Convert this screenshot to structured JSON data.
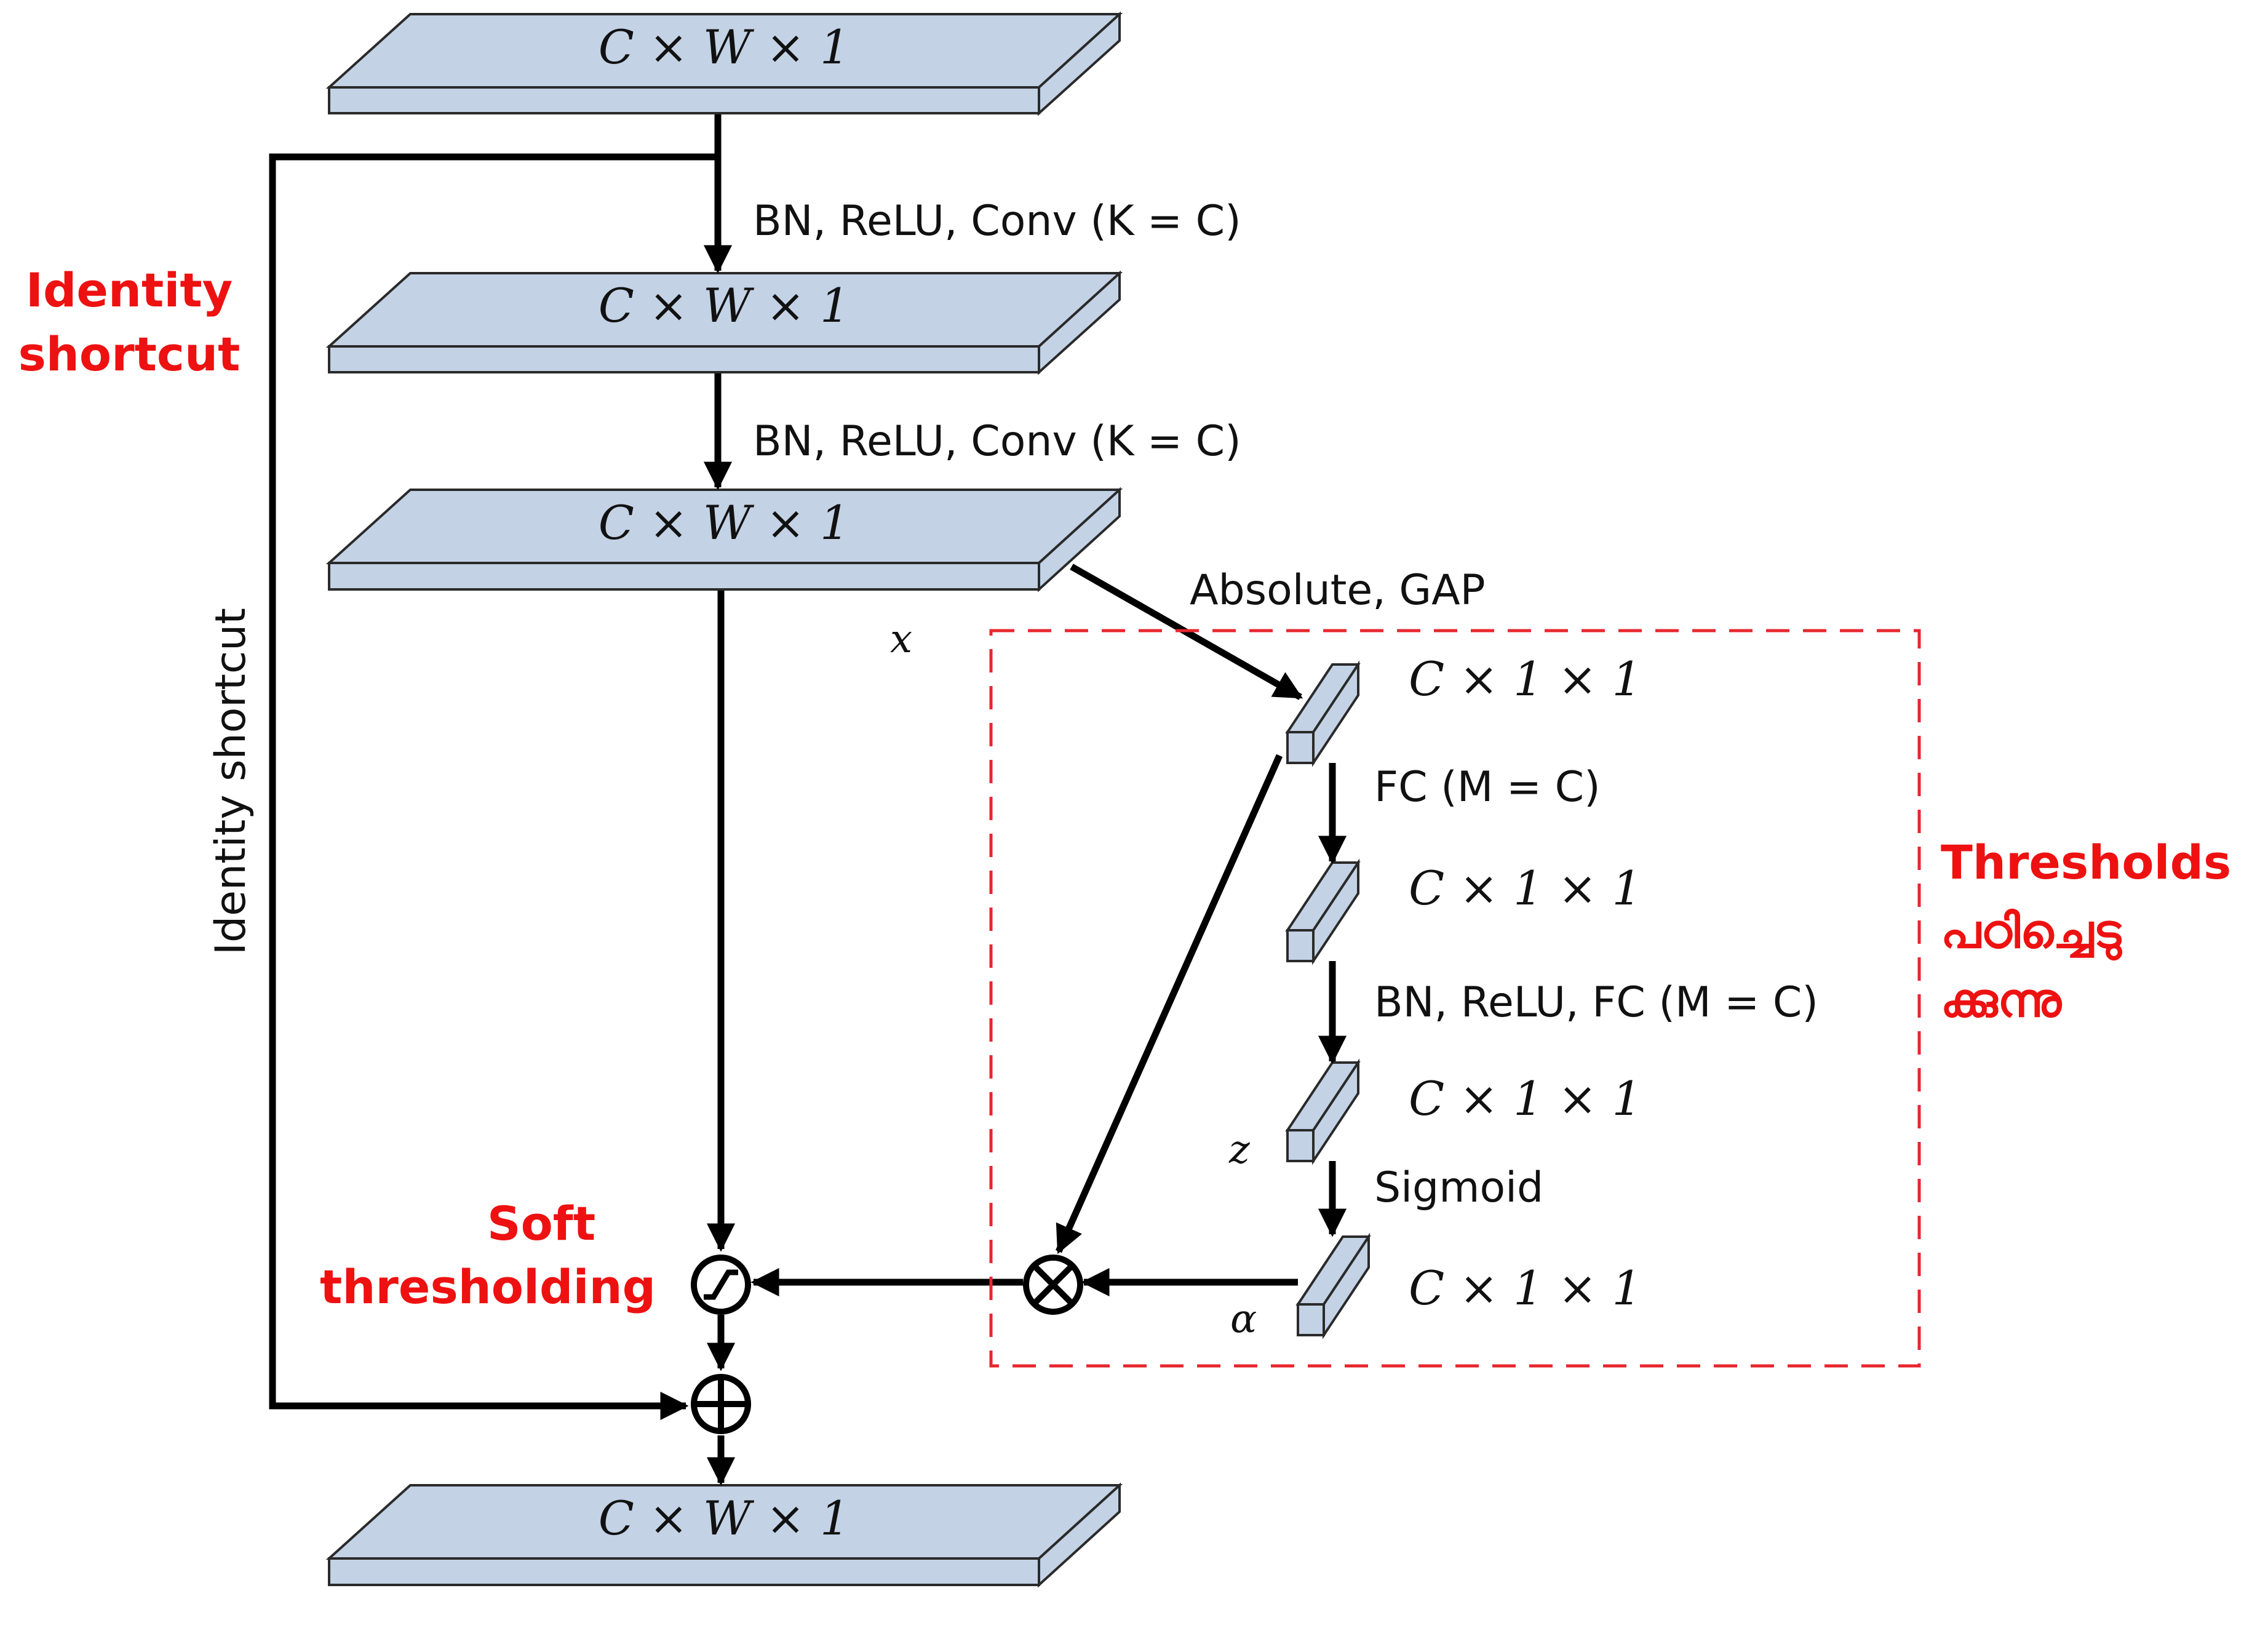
{
  "colors": {
    "block_fill": "#c3d2e5",
    "block_stroke": "#2a2a2a",
    "arrow": "#000000",
    "annotation_red": "#ee1111",
    "dashed_box": "#e8262e"
  },
  "blocks": {
    "input": "C × W × 1",
    "conv1_out": "C × W × 1",
    "conv2_out": "C × W × 1",
    "output": "C × W × 1"
  },
  "steps": {
    "conv1": "BN, ReLU, Conv (K = C)",
    "conv2": "BN, ReLU, Conv (K = C)",
    "abs_gap": "Absolute, GAP",
    "fc1": "FC (M = C)",
    "fc2": "BN, ReLU, FC (M = C)",
    "sigmoid": "Sigmoid"
  },
  "threshold_branch": {
    "gap_out": "C × 1 × 1",
    "fc1_out": "C × 1 × 1",
    "fc2_out": "C × 1 × 1",
    "sigmoid_out": "C × 1 × 1"
  },
  "variables": {
    "x": "x",
    "z": "z",
    "alpha": "α"
  },
  "shortcut_label": "Identity shortcut",
  "annotations": {
    "identity_line1": "Identity",
    "identity_line2": "shortcut",
    "soft_line1": "Soft",
    "soft_line2": "thresholding",
    "thresholds_line1": "Thresholds",
    "thresholds_line2": "പഠിച്ചെടു",
    "thresholds_line3": "ക്കുന്നു"
  },
  "operators": {
    "multiply": "multiply-icon",
    "soft_threshold": "soft-threshold-icon",
    "add": "add-icon"
  }
}
